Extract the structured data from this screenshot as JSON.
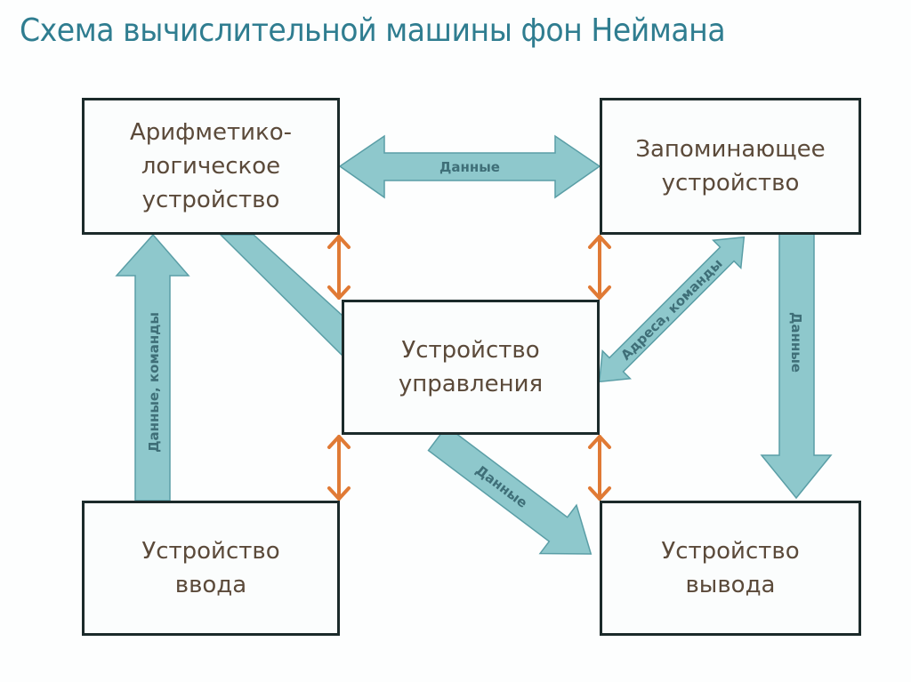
{
  "title": "Схема вычислительной машины фон Неймана",
  "colors": {
    "title": "#2f7d90",
    "box_border": "#1b2a2a",
    "box_text": "#5b4a3a",
    "data_arrow_fill": "#8ec8cc",
    "data_arrow_stroke": "#5a9ea6",
    "control_arrow": "#e07a35"
  },
  "blocks": {
    "alu": {
      "label": "Арифметико-\nлогическое\nустройство"
    },
    "memory": {
      "label": "Запоминающее\nустройство"
    },
    "control": {
      "label": "Устройство\nуправления"
    },
    "input": {
      "label": "Устройство\nввода"
    },
    "output": {
      "label": "Устройство\nвывода"
    }
  },
  "arrows": {
    "alu_memory": {
      "label": "Данные",
      "direction": "bidirectional"
    },
    "input_alu": {
      "label": "Данные, команды",
      "direction": "input→alu"
    },
    "memory_output": {
      "label": "Данные",
      "direction": "memory→output"
    },
    "memory_control": {
      "label": "Адреса, команды",
      "direction": "bidirectional"
    },
    "control_output": {
      "label": "Данные",
      "direction": "control→output"
    },
    "alu_control": {
      "label": "",
      "direction": "alu→control"
    }
  }
}
